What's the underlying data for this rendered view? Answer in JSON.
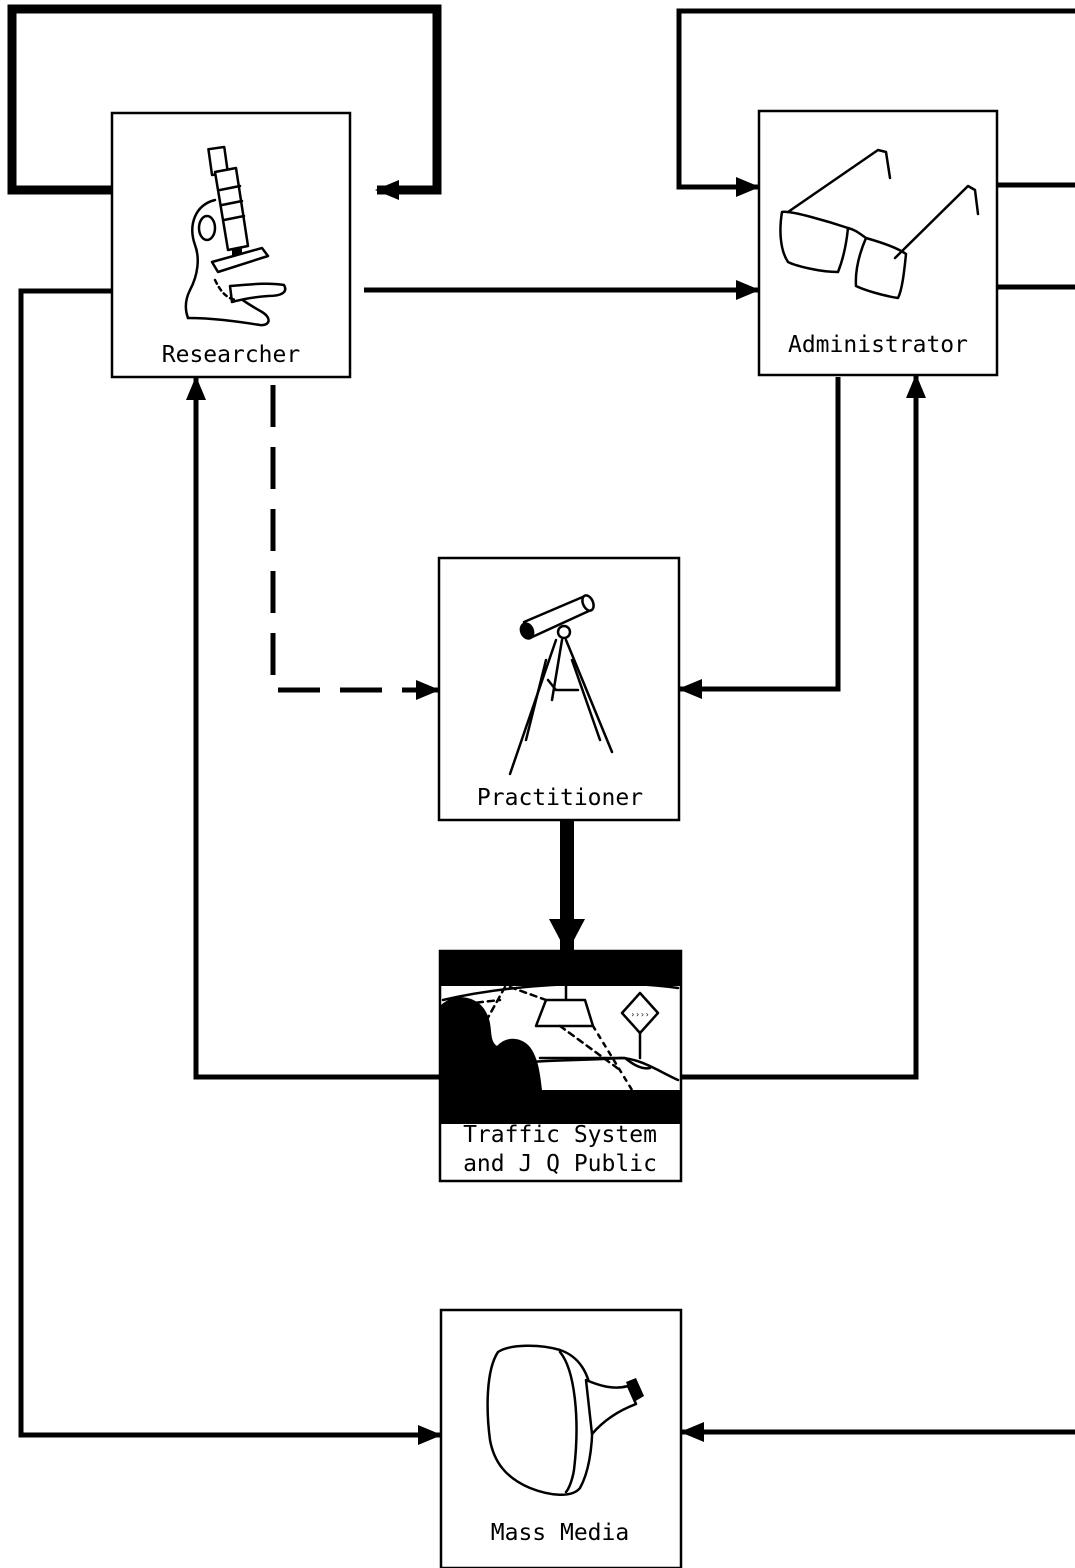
{
  "nodes": {
    "researcher": {
      "label": "Researcher",
      "icon": "microscope-icon"
    },
    "administrator": {
      "label": "Administrator",
      "icon": "eyeglasses-icon"
    },
    "practitioner": {
      "label": "Practitioner",
      "icon": "telescope-icon"
    },
    "traffic_system": {
      "label_line1": "Traffic System",
      "label_line2": "and J Q Public",
      "icon": "windshield-driver-scene-icon"
    },
    "mass_media": {
      "label": "Mass Media",
      "icon": "television-tube-icon"
    }
  },
  "connections": [
    {
      "from": "researcher",
      "to": "researcher",
      "style": "heavy",
      "kind": "self-loop"
    },
    {
      "from": "administrator",
      "to": "administrator",
      "style": "medium",
      "kind": "self-loop"
    },
    {
      "from": "researcher",
      "to": "administrator",
      "style": "medium"
    },
    {
      "from": "researcher",
      "to": "practitioner",
      "style": "dashed"
    },
    {
      "from": "administrator",
      "to": "practitioner",
      "style": "medium"
    },
    {
      "from": "practitioner",
      "to": "traffic_system",
      "style": "heavy"
    },
    {
      "from": "traffic_system",
      "to": "researcher",
      "style": "medium"
    },
    {
      "from": "traffic_system",
      "to": "administrator",
      "style": "medium"
    },
    {
      "from": "researcher",
      "to": "mass_media",
      "style": "medium"
    },
    {
      "from": "administrator",
      "to": "mass_media",
      "style": "medium"
    }
  ],
  "colors": {
    "ink": "#000000",
    "paper": "#ffffff"
  }
}
